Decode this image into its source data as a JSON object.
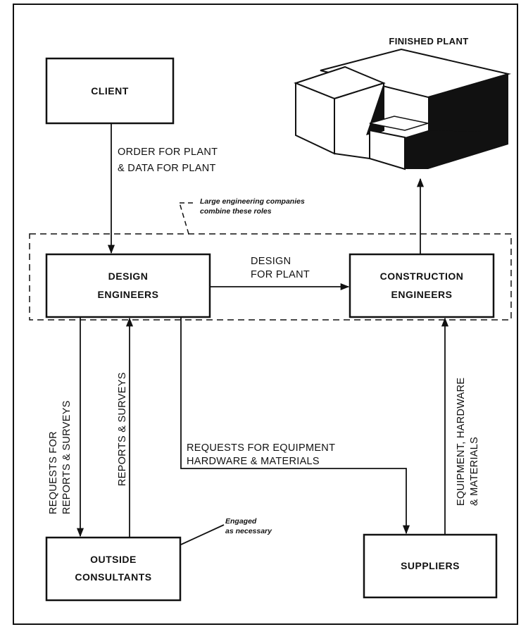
{
  "title": "FINISHED PLANT",
  "boxes": {
    "client": "CLIENT",
    "design_line1": "DESIGN",
    "design_line2": "ENGINEERS",
    "construction_line1": "CONSTRUCTION",
    "construction_line2": "ENGINEERS",
    "consultants_line1": "OUTSIDE",
    "consultants_line2": "CONSULTANTS",
    "suppliers": "SUPPLIERS"
  },
  "flows": {
    "order_line1": "ORDER FOR PLANT",
    "order_line2": "& DATA FOR PLANT",
    "design_for_plant_line1": "DESIGN",
    "design_for_plant_line2": "FOR PLANT",
    "requests_reports_line1": "REQUESTS FOR",
    "requests_reports_line2": "REPORTS & SURVEYS",
    "reports_surveys": "REPORTS & SURVEYS",
    "requests_equipment_line1": "REQUESTS FOR EQUIPMENT",
    "requests_equipment_line2": "HARDWARE & MATERIALS",
    "equipment_line1": "EQUIPMENT, HARDWARE",
    "equipment_line2": "& MATERIALS"
  },
  "notes": {
    "combine_line1": "Large engineering companies",
    "combine_line2": "combine these roles",
    "engaged_line1": "Engaged",
    "engaged_line2": "as necessary"
  }
}
